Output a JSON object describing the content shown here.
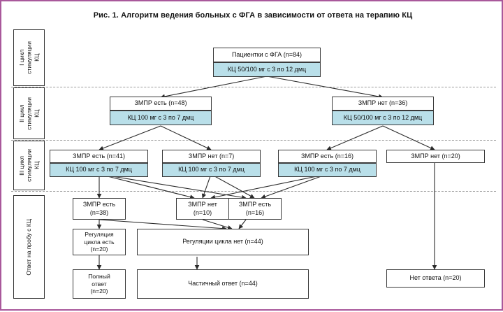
{
  "figure": {
    "title": "Рис. 1. Алгоритм ведения больных с ФГА в зависимости от ответа на терапию КЦ",
    "border_color": "#a9589b",
    "accent_color": "#b9dfe9"
  },
  "sidebar": {
    "items": [
      {
        "label": "I цикл\nстимуляции\nКЦ"
      },
      {
        "label": "II цикл\nстимуляции\nКЦ"
      },
      {
        "label": "III цикл\nстимуляции\nКЦ"
      },
      {
        "label": "Ответ на пробу с КЦ"
      }
    ]
  },
  "chart_data": {
    "type": "diagram",
    "title": "Рис. 1. Алгоритм ведения больных с ФГА в зависимости от ответа на терапию КЦ",
    "nodes": [
      {
        "id": "n0",
        "label": "Пациентки с ФГА (n=84)",
        "n": 84,
        "style": "plain",
        "row": "I"
      },
      {
        "id": "n0t",
        "label": "КЦ 50/100 мг с 3 по 12 дмц",
        "style": "teal",
        "row": "I"
      },
      {
        "id": "n1",
        "label": "ЗМПР есть (n=48)",
        "n": 48,
        "style": "plain",
        "row": "II"
      },
      {
        "id": "n1t",
        "label": "КЦ 100 мг с 3 по 7 дмц",
        "style": "teal",
        "row": "II"
      },
      {
        "id": "n2",
        "label": "ЗМПР нет (n=36)",
        "n": 36,
        "style": "plain",
        "row": "II"
      },
      {
        "id": "n2t",
        "label": "КЦ 50/100 мг с 3 по 12 дмц",
        "style": "teal",
        "row": "II"
      },
      {
        "id": "n3",
        "label": "ЗМПР есть (n=41)",
        "n": 41,
        "style": "plain",
        "row": "III"
      },
      {
        "id": "n3t",
        "label": "КЦ 100 мг с 3 по 7 дмц",
        "style": "teal",
        "row": "III"
      },
      {
        "id": "n4",
        "label": "ЗМПР нет (n=7)",
        "n": 7,
        "style": "plain",
        "row": "III"
      },
      {
        "id": "n4t",
        "label": "КЦ 100 мг с 3 по 7 дмц",
        "style": "teal",
        "row": "III"
      },
      {
        "id": "n5",
        "label": "ЗМПР есть (n=16)",
        "n": 16,
        "style": "plain",
        "row": "III"
      },
      {
        "id": "n5t",
        "label": "КЦ 100 мг с 3 по 7 дмц",
        "style": "teal",
        "row": "III"
      },
      {
        "id": "n6",
        "label": "ЗМПР нет (n=20)",
        "n": 20,
        "style": "plain",
        "row": "III"
      },
      {
        "id": "n7",
        "label": "ЗМПР есть\n(n=38)",
        "n": 38,
        "style": "plain",
        "row": "IV"
      },
      {
        "id": "n8",
        "label": "ЗМПР нет\n(n=10)",
        "n": 10,
        "style": "plain",
        "row": "IV"
      },
      {
        "id": "n9",
        "label": "ЗМПР есть\n(n=16)",
        "n": 16,
        "style": "plain",
        "row": "IV"
      },
      {
        "id": "n10",
        "label": "Регуляция\nцикла есть\n(n=20)",
        "n": 20,
        "style": "plain",
        "row": "IV"
      },
      {
        "id": "n11",
        "label": "Регуляции цикла нет (n=44)",
        "n": 44,
        "style": "plain",
        "row": "IV"
      },
      {
        "id": "n12",
        "label": "Полный\nответ\n(n=20)",
        "n": 20,
        "style": "plain",
        "row": "IV"
      },
      {
        "id": "n13",
        "label": "Частичный ответ (n=44)",
        "n": 44,
        "style": "plain",
        "row": "IV"
      },
      {
        "id": "n14",
        "label": "Нет ответа (n=20)",
        "n": 20,
        "style": "plain",
        "row": "IV"
      }
    ],
    "edges": [
      {
        "from": "n0t",
        "to": "n1"
      },
      {
        "from": "n0t",
        "to": "n2"
      },
      {
        "from": "n1t",
        "to": "n3"
      },
      {
        "from": "n1t",
        "to": "n4"
      },
      {
        "from": "n2t",
        "to": "n5"
      },
      {
        "from": "n2t",
        "to": "n6"
      },
      {
        "from": "n3t",
        "to": "n7"
      },
      {
        "from": "n3t",
        "to": "n8"
      },
      {
        "from": "n3t",
        "to": "n9"
      },
      {
        "from": "n4t",
        "to": "n8"
      },
      {
        "from": "n4t",
        "to": "n9"
      },
      {
        "from": "n5t",
        "to": "n8"
      },
      {
        "from": "n5t",
        "to": "n9"
      },
      {
        "from": "n7",
        "to": "n10"
      },
      {
        "from": "n7",
        "to": "n11"
      },
      {
        "from": "n8",
        "to": "n11"
      },
      {
        "from": "n9",
        "to": "n11"
      },
      {
        "from": "n10",
        "to": "n12"
      },
      {
        "from": "n11",
        "to": "n13"
      },
      {
        "from": "n6",
        "to": "n14"
      }
    ]
  }
}
